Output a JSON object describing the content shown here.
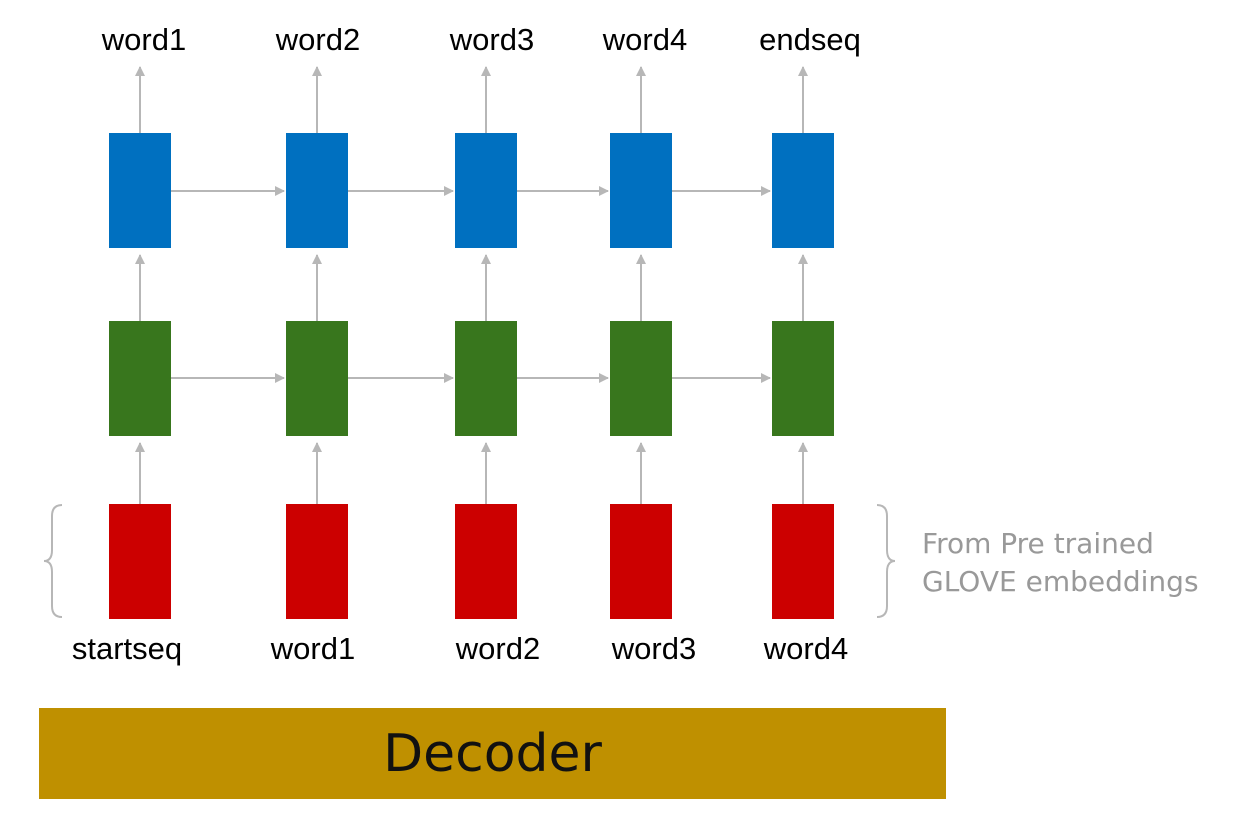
{
  "outputs": [
    "word1",
    "word2",
    "word3",
    "word4",
    "endseq"
  ],
  "inputs": [
    "startseq",
    "word1",
    "word2",
    "word3",
    "word4"
  ],
  "embedding_note": {
    "line1": "From Pre trained",
    "line2": "GLOVE embeddings"
  },
  "decoder_label": "Decoder",
  "colors": {
    "top_layer": "#0070c0",
    "middle_layer": "#38761d",
    "embedding_layer": "#cc0000",
    "decoder_bar": "#bf9000",
    "arrow": "#b7b7b7",
    "note_text": "#999999"
  }
}
